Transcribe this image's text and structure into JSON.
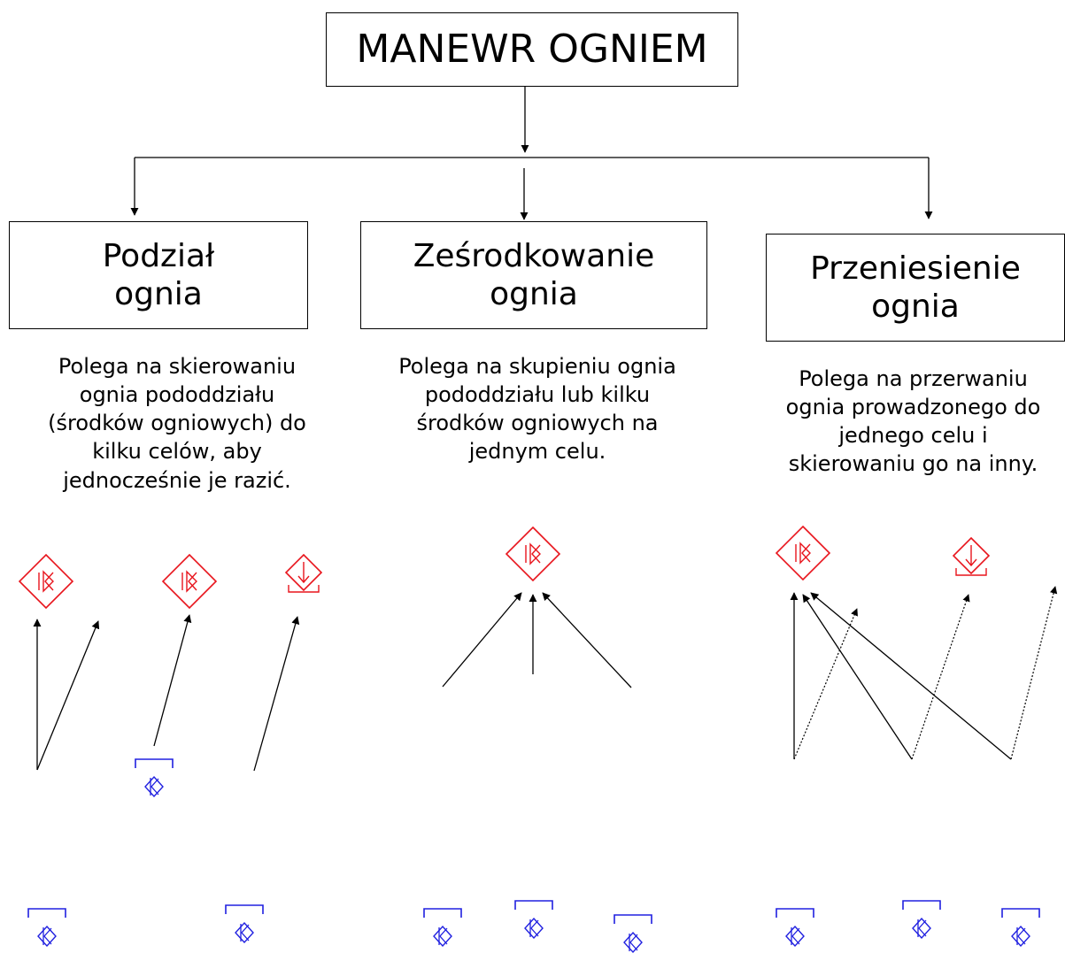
{
  "title": "MANEWR OGNIEM",
  "branches": [
    {
      "title_line1": "Podział",
      "title_line2": "ognia",
      "description": "Polega na skierowaniu\nognia pododdziału\n(środków ogniowych) do\nkilku celów, aby\njednocześnie je razić."
    },
    {
      "title_line1": "Ześrodkowanie",
      "title_line2": "ognia",
      "description": "Polega na skupieniu ognia\npododdziału lub kilku\nśrodków ogniowych na\njednym celu."
    },
    {
      "title_line1": "Przeniesienie",
      "title_line2": "ognia",
      "description": "Polega na przerwaniu\nognia prowadzonego do\njednego celu i\nskierowaniu go na inny."
    }
  ],
  "colors": {
    "target": "#e8141c",
    "unit": "#2020e0",
    "line": "#000000"
  },
  "icons": {
    "target": "target-diamond-icon",
    "target_alt": "target-arrow-down-icon",
    "unit": "weapon-unit-icon"
  }
}
